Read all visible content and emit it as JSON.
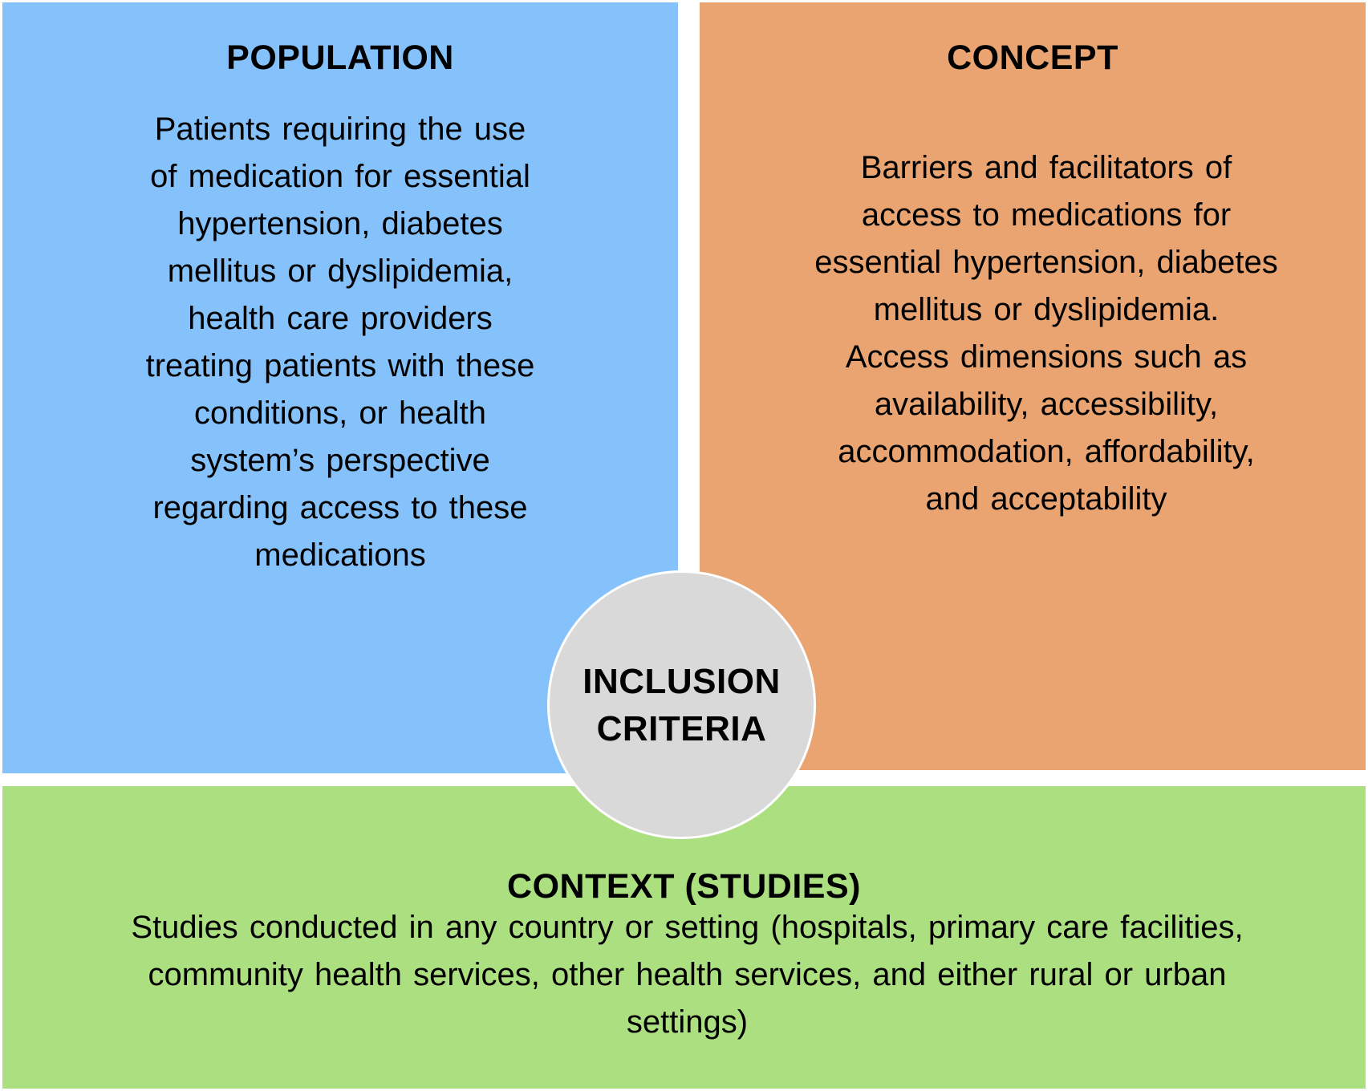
{
  "colors": {
    "population_fill": "#85C1FA",
    "concept_fill": "#E9A471",
    "context_fill": "#ACDF80",
    "circle_fill": "#D9D9D9",
    "text": "#000000"
  },
  "population": {
    "heading": "POPULATION",
    "lines": [
      "Patients requiring the use",
      "of medication for essential",
      "hypertension, diabetes",
      "mellitus or dyslipidemia,",
      "health care providers",
      "treating patients with these",
      "conditions, or health",
      "system’s perspective",
      "regarding access to these",
      "medications"
    ]
  },
  "concept": {
    "heading": "CONCEPT",
    "lines": [
      "Barriers and facilitators of",
      "access to medications for",
      "essential hypertension, diabetes",
      "mellitus or dyslipidemia.",
      "Access dimensions such as",
      "availability, accessibility,",
      "accommodation, affordability,",
      "and acceptability"
    ]
  },
  "center": {
    "lines": [
      "INCLUSION",
      "CRITERIA"
    ]
  },
  "context": {
    "heading": "CONTEXT (STUDIES)",
    "lines": [
      "Studies conducted in any country or setting (hospitals, primary care facilities,",
      "community health services, other health services, and either rural or urban",
      "settings)"
    ]
  }
}
